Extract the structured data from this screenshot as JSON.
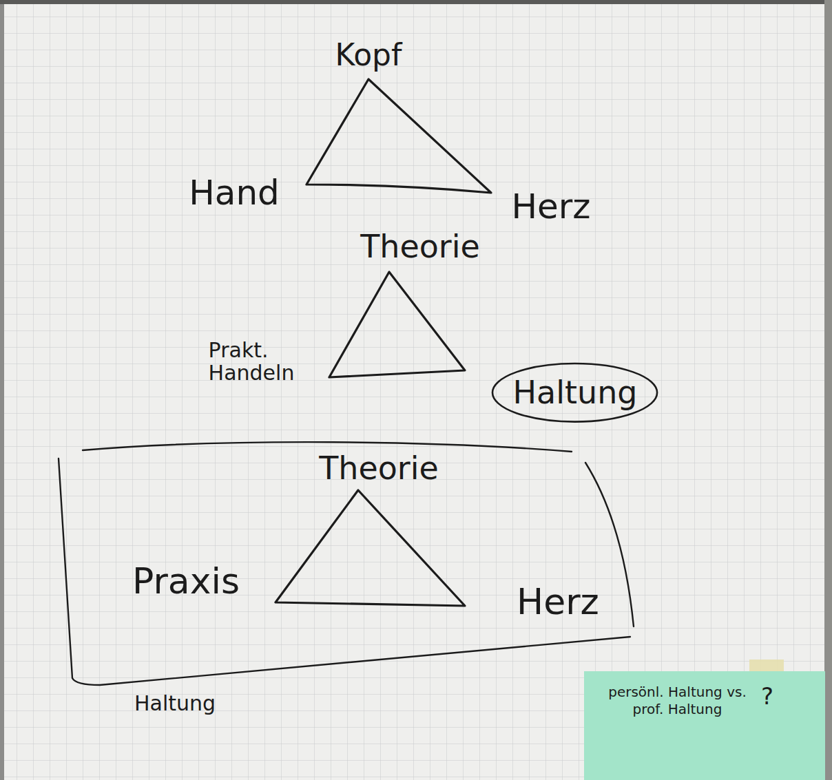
{
  "diagram": {
    "nodes": [
      {
        "text": [
          "Haltung"
        ]
      },
      {
        "text": [
          "Haltung"
        ]
      },
      {
        "text": [
          "persönl. Haltung vs. prof. Haltung",
          "?"
        ]
      }
    ],
    "labels": [
      "Kopf",
      "Hand",
      "Herz",
      "Theorie",
      "Prakt. Handeln",
      "Theorie",
      "Praxis",
      "Herz"
    ]
  }
}
